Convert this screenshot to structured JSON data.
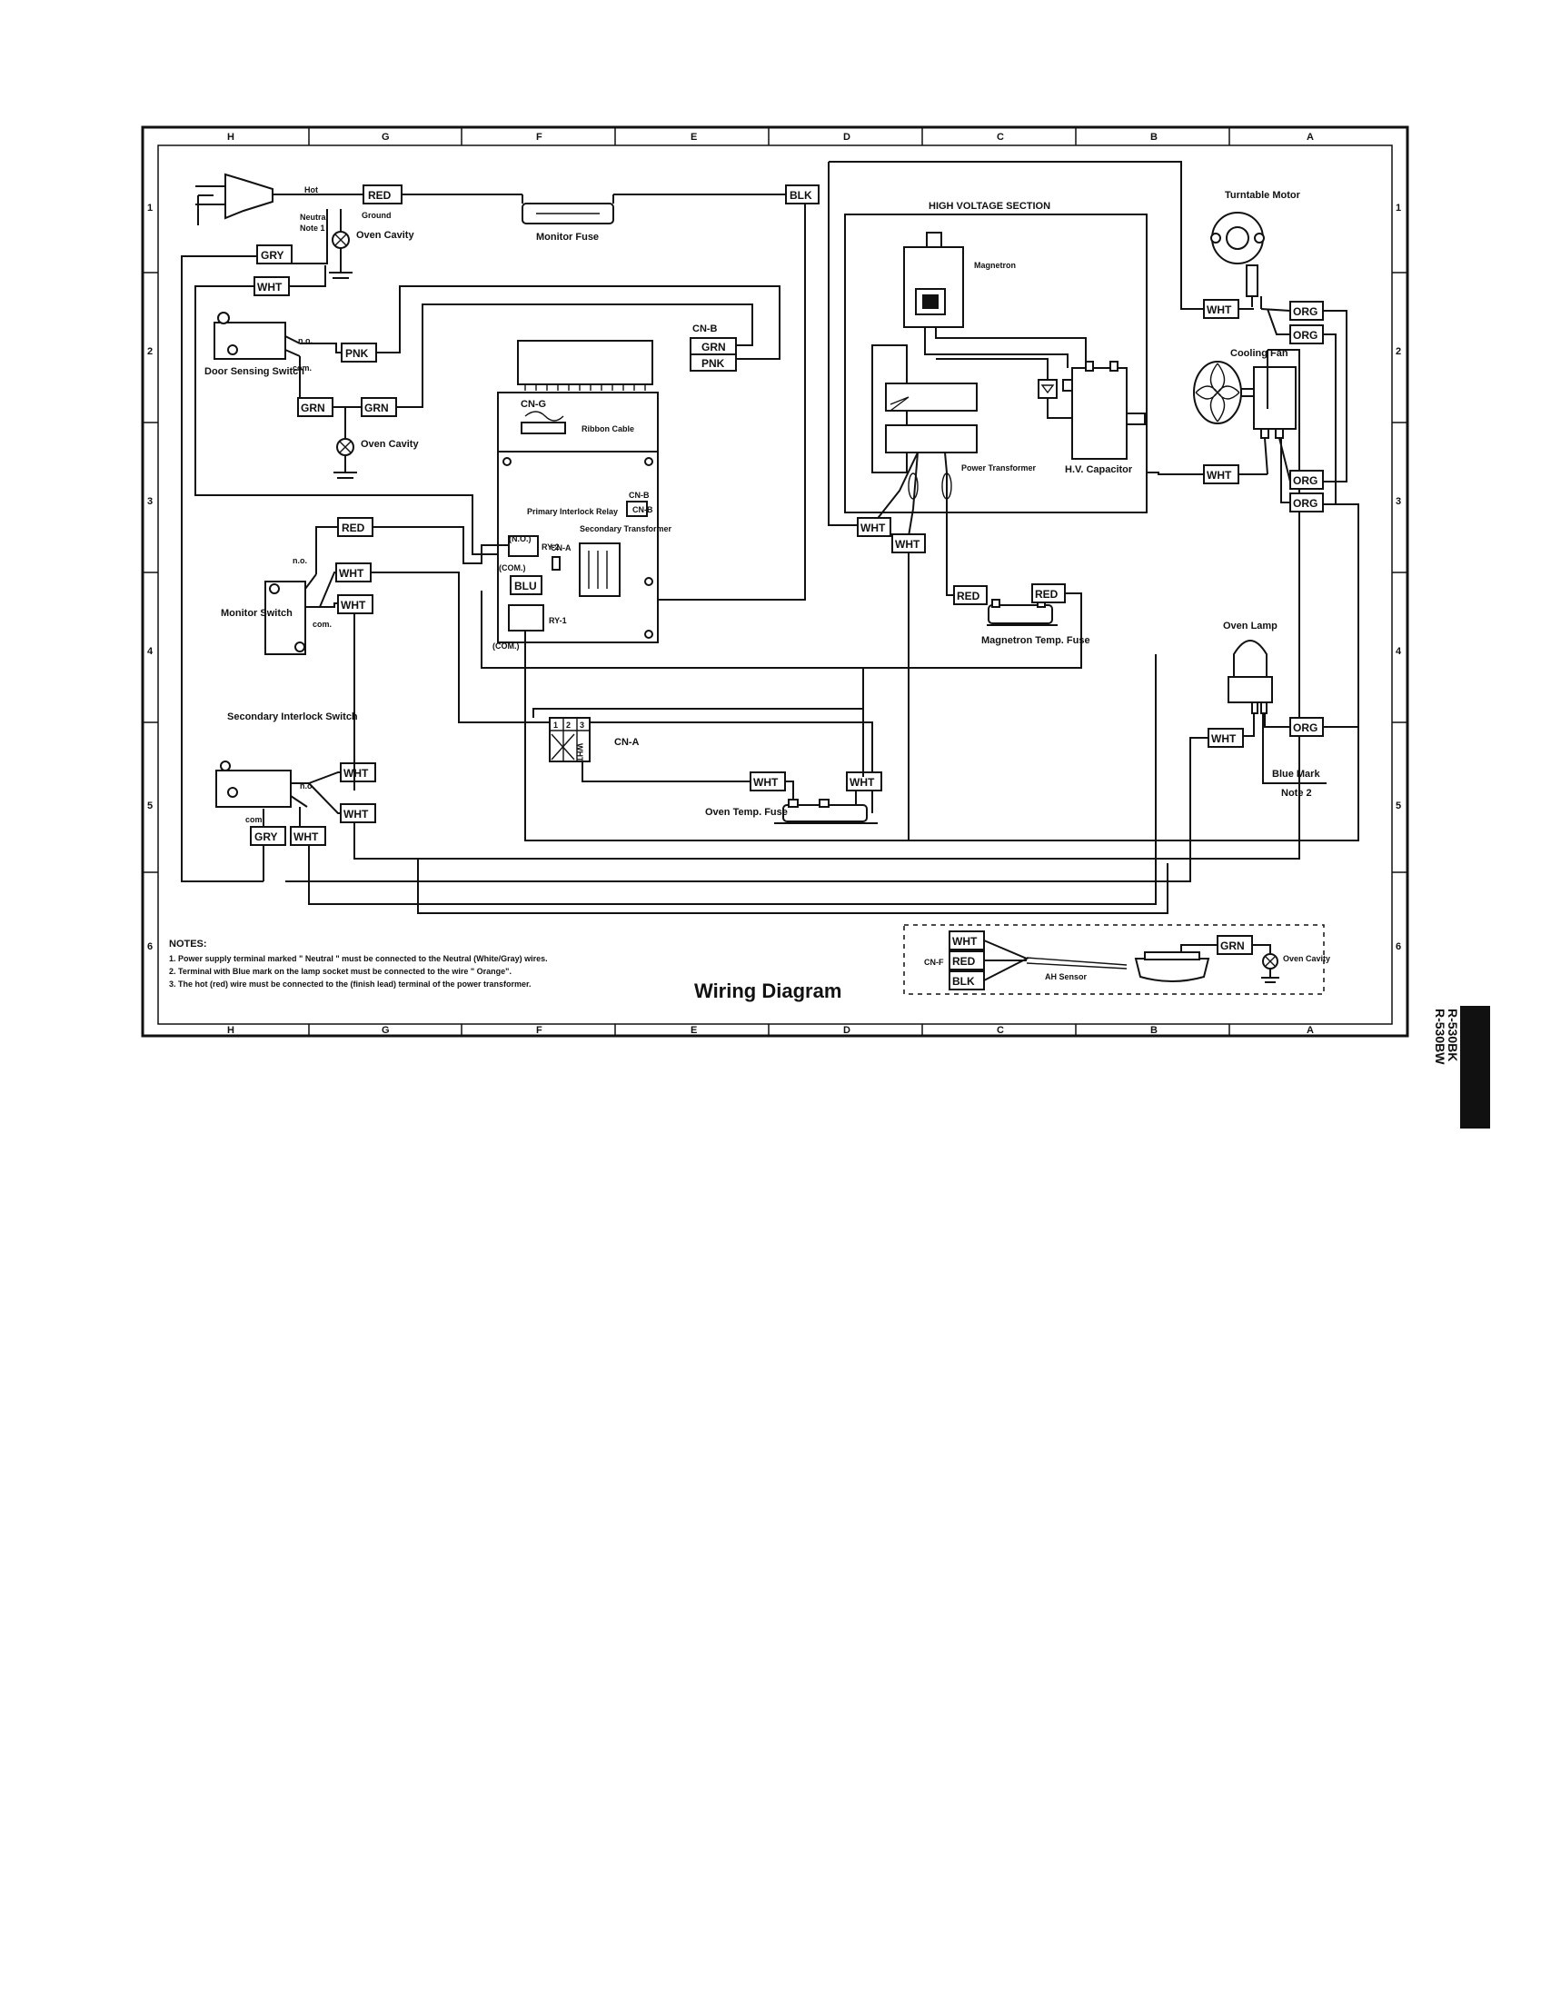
{
  "title": "Wiring Diagram",
  "model_numbers": [
    "R-530BK",
    "R-530BW"
  ],
  "section_title": "HIGH VOLTAGE SECTION",
  "grid_letters": [
    "H",
    "G",
    "F",
    "E",
    "D",
    "C",
    "B",
    "A"
  ],
  "grid_numbers": [
    "1",
    "2",
    "3",
    "4",
    "5",
    "6"
  ],
  "components": {
    "monitor_fuse": "Monitor Fuse",
    "hot": "Hot",
    "neutral": "Neutral",
    "ground": "Ground",
    "note1": "Note 1",
    "oven_cavity": "Oven Cavity",
    "door_sensing_switch": "Door Sensing Switch",
    "n_o": "n.o.",
    "com": "com.",
    "monitor_switch": "Monitor Switch",
    "secondary_interlock_switch": "Secondary Interlock Switch",
    "cn_g": "CN-G",
    "ribbon_cable": "Ribbon Cable",
    "cn_b": "CN-B",
    "cn_a": "CN-A",
    "cn_f": "CN-F",
    "primary_interlock_relay": "Primary Interlock Relay",
    "secondary_transformer": "Secondary Transformer",
    "ry2": "RY-2",
    "ry1": "RY-1",
    "no_bracket": "(N.O.)",
    "com_bracket": "(COM.)",
    "magnetron": "Magnetron",
    "power_transformer": "Power Transformer",
    "hv_capacitor": "H.V. Capacitor",
    "magnetron_temp_fuse": "Magnetron Temp. Fuse",
    "turntable_motor": "Turntable Motor",
    "cooling_fan": "Cooling Fan",
    "oven_lamp": "Oven Lamp",
    "blue_mark": "Blue Mark",
    "note2": "Note 2",
    "oven_temp_fuse": "Oven Temp. Fuse",
    "ah_sensor": "AH Sensor"
  },
  "wire_tags": {
    "red": "RED",
    "blk": "BLK",
    "gry": "GRY",
    "wht": "WHT",
    "pnk": "PNK",
    "grn": "GRN",
    "blu": "BLU",
    "org": "ORG"
  },
  "cn_a_pins": [
    "1",
    "2",
    "3"
  ],
  "cn_a_pin3_letters": "WHT",
  "notes_heading": "NOTES:",
  "notes": [
    "1. Power supply terminal marked \" Neutral \" must be connected to the Neutral (White/Gray) wires.",
    "2. Terminal with Blue mark on the lamp socket must be connected to the wire \" Orange\".",
    "3. The hot (red) wire must be connected to the (finish lead) terminal of the power transformer."
  ]
}
